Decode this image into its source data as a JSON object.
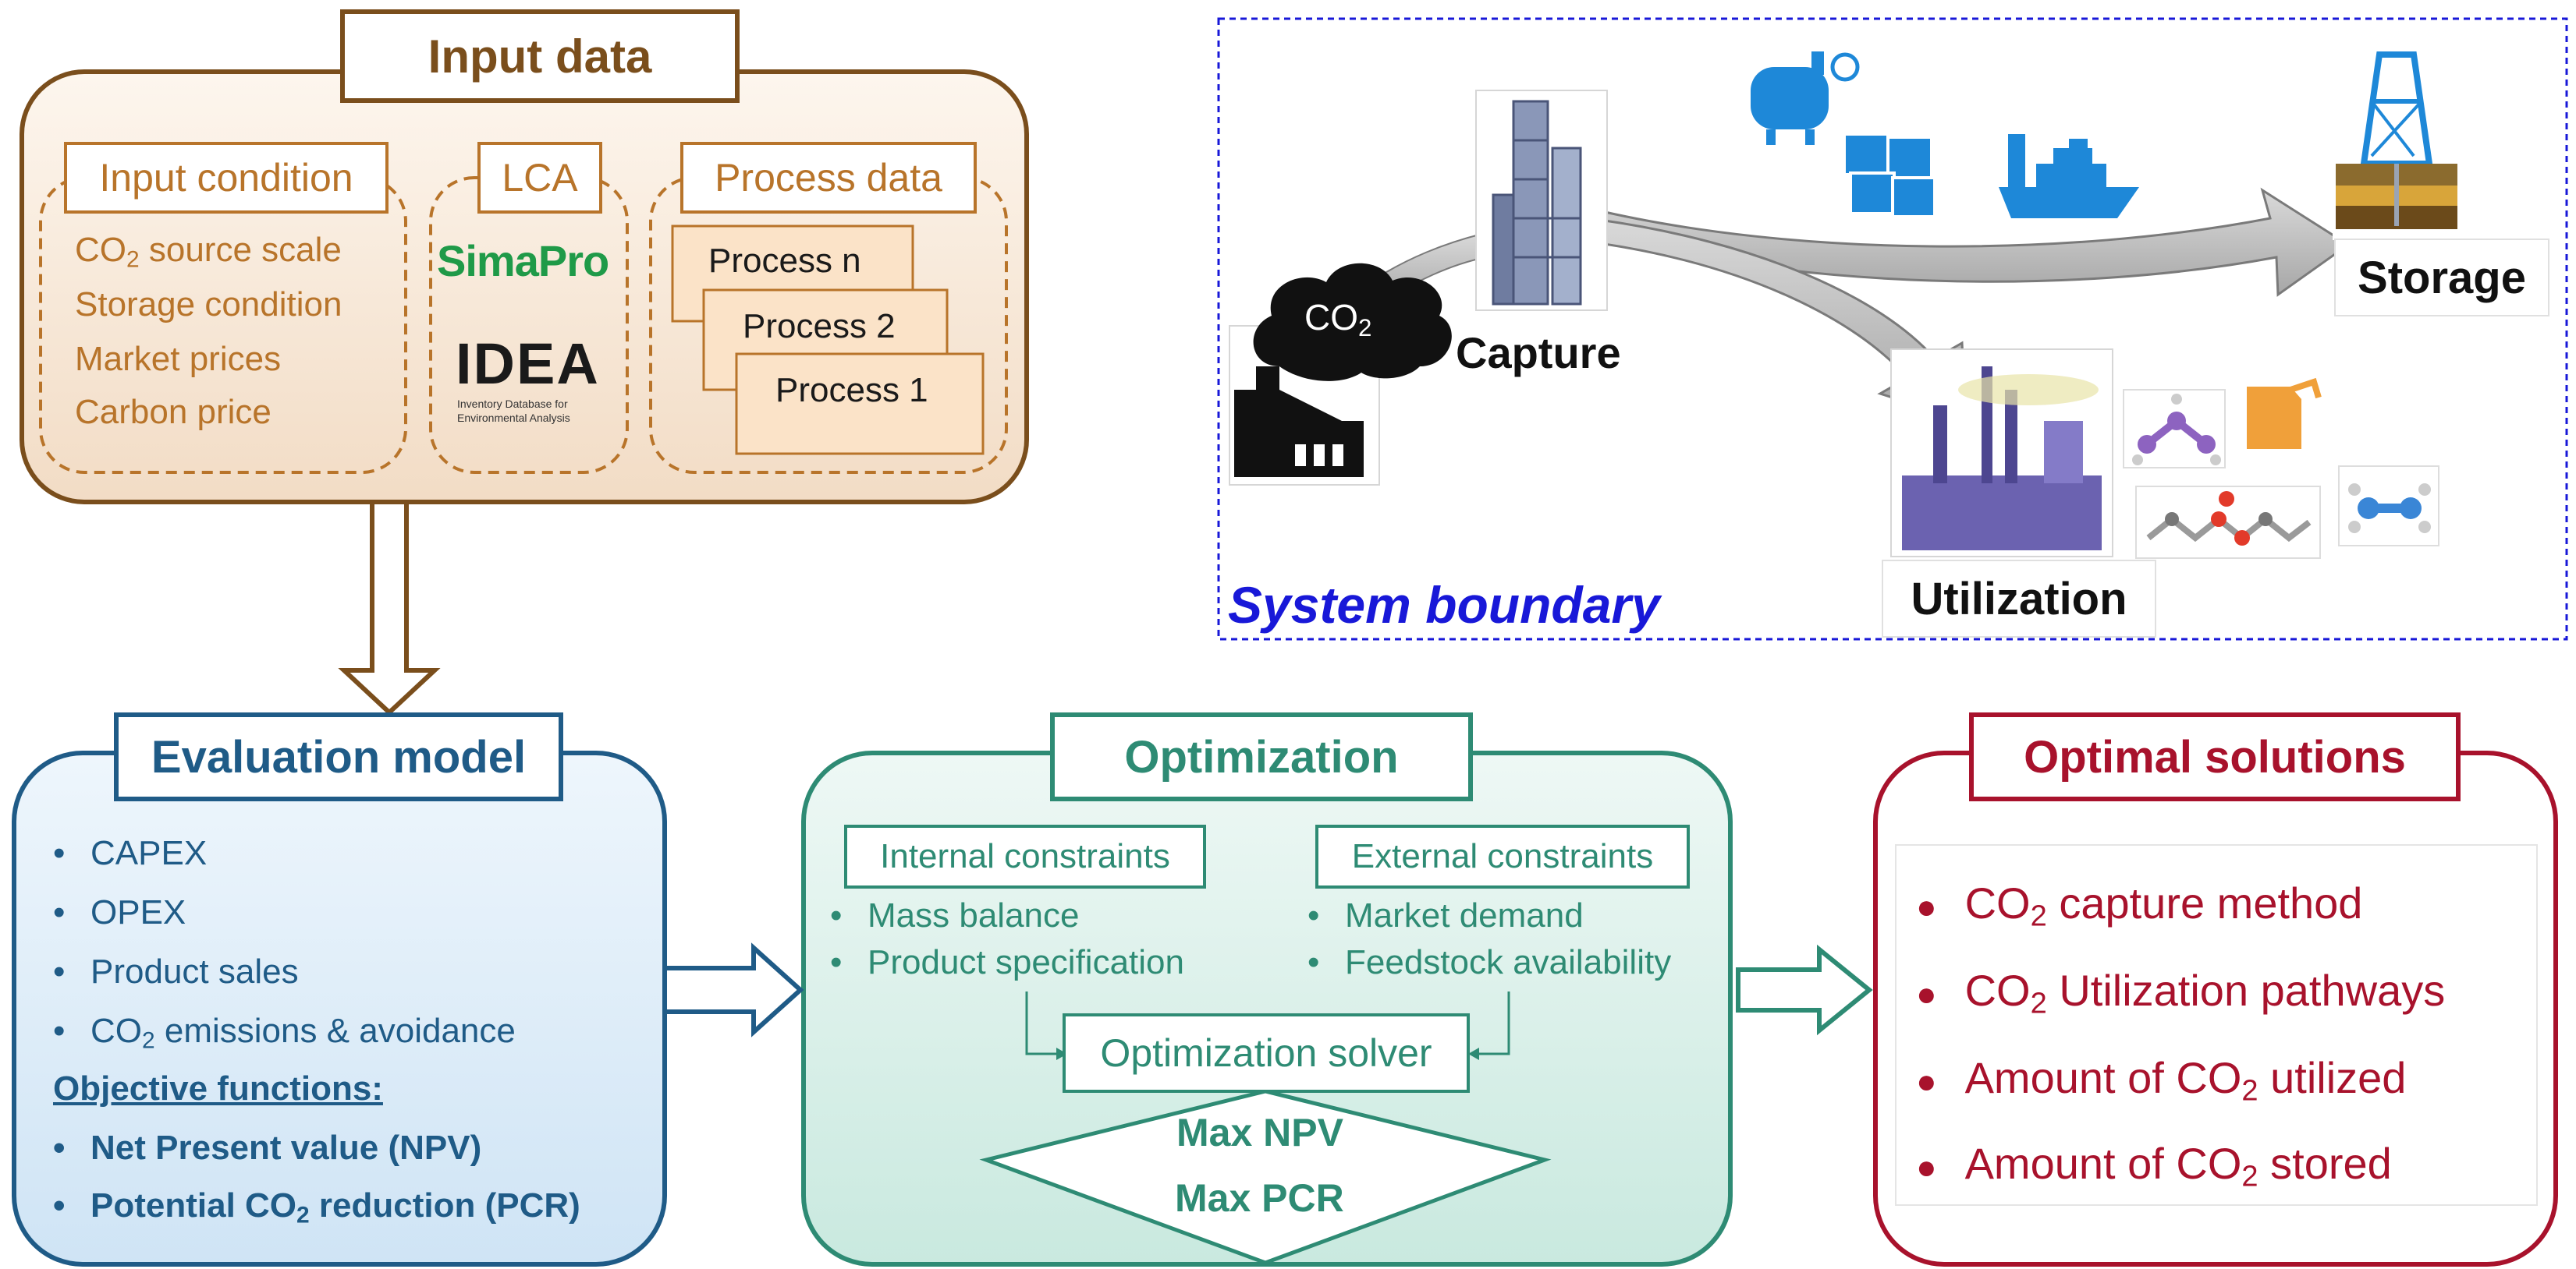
{
  "input_data": {
    "title": "Input data",
    "input_condition": {
      "label": "Input condition",
      "items": [
        "CO",
        "2",
        " source scale",
        "Storage condition",
        "Market prices",
        "Carbon price"
      ]
    },
    "lca": {
      "label": "LCA",
      "simapro": "SimaPro",
      "idea": "IDEA",
      "idea_sub1": "Inventory Database for",
      "idea_sub2": "Environmental Analysis"
    },
    "process_data": {
      "label": "Process data",
      "cards": [
        "Process n",
        "Process 2",
        "Process 1"
      ]
    }
  },
  "system": {
    "label": "System boundary",
    "co2": "CO",
    "co2_sub": "2",
    "capture": "Capture",
    "storage": "Storage",
    "utilization": "Utilization"
  },
  "evaluation": {
    "title": "Evaluation model",
    "items": [
      "CAPEX",
      "OPEX",
      "Product sales"
    ],
    "co2_item_a": "CO",
    "co2_item_sub": "2",
    "co2_item_b": " emissions & avoidance",
    "objective_heading": "Objective functions:",
    "npv": "Net Present value (NPV)",
    "pcr_a": "Potential CO",
    "pcr_sub": "2",
    "pcr_b": " reduction (PCR)"
  },
  "optimization": {
    "title": "Optimization",
    "internal": {
      "label": "Internal constraints",
      "items": [
        "Mass balance",
        "Product specification"
      ]
    },
    "external": {
      "label": "External constraints",
      "items": [
        "Market demand",
        "Feedstock availability"
      ]
    },
    "solver": "Optimization solver",
    "objectives": [
      "Max NPV",
      "Max PCR"
    ]
  },
  "optimal": {
    "title": "Optimal solutions",
    "co2": "CO",
    "sub": "2",
    "item1_b": " capture method",
    "item2_b": " Utilization pathways",
    "item3_a": "Amount of CO",
    "item3_b": " utilized",
    "item4_a": "Amount of CO",
    "item4_b": " stored"
  },
  "colors": {
    "brown": "#7a4e1c",
    "orange_text": "#b8742a",
    "blue": "#1f5b87",
    "green": "#2e8b74",
    "red": "#a8122c",
    "boundary": "#1818d8"
  }
}
